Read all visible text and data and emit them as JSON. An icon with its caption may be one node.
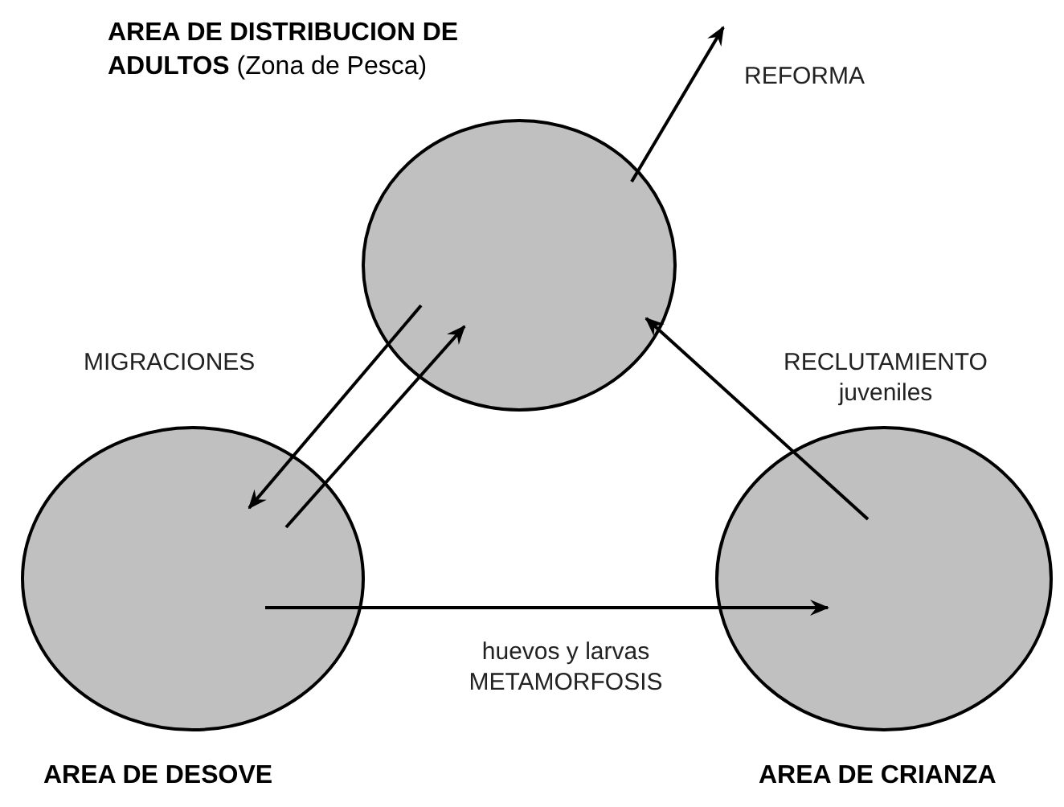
{
  "diagram": {
    "nodes": [
      {
        "text": [
          "**AREA DE DISTRIBUCION DE ADULTOS** (Zona de Pesca)"
        ]
      },
      {
        "text": [
          "AREA DE DESOVE"
        ]
      },
      {
        "text": [
          "AREA DE CRIANZA"
        ]
      }
    ],
    "edges": [
      {
        "from": 0,
        "to": 1,
        "arrow": "to",
        "label": "MIGRACIONES"
      },
      {
        "from": 1,
        "to": 0,
        "arrow": "to"
      },
      {
        "from": 0,
        "to": null,
        "arrow": "to",
        "label": "REFORMA"
      },
      {
        "from": 2,
        "to": 0,
        "arrow": "to",
        "label": "RECLUTAMIENTO juveniles"
      },
      {
        "from": 1,
        "to": 2,
        "arrow": "to",
        "label": "huevos y larvas METAMORFOSIS"
      }
    ]
  }
}
